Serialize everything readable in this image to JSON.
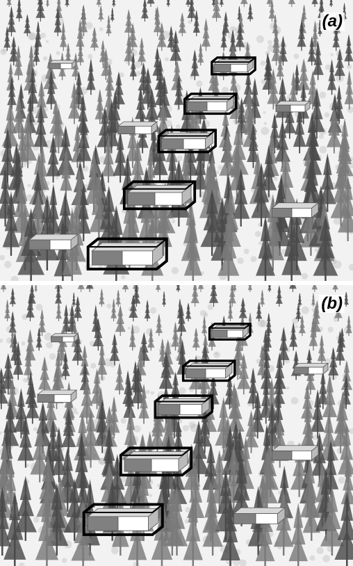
{
  "panels": [
    {
      "id": "a",
      "label": "(a)",
      "box_markers": [
        {
          "style": "plain"
        },
        {
          "style": "plain"
        },
        {
          "style": "plain"
        },
        {
          "style": "plain"
        },
        {
          "style": "plain"
        },
        {
          "style": "highlighted"
        },
        {
          "style": "highlighted"
        },
        {
          "style": "highlighted"
        },
        {
          "style": "highlighted"
        },
        {
          "style": "highlighted"
        }
      ]
    },
    {
      "id": "b",
      "label": "(b)",
      "box_markers": [
        {
          "style": "plain"
        },
        {
          "style": "plain"
        },
        {
          "style": "plain"
        },
        {
          "style": "plain"
        },
        {
          "style": "plain"
        },
        {
          "style": "highlighted"
        },
        {
          "style": "highlighted"
        },
        {
          "style": "highlighted"
        },
        {
          "style": "highlighted"
        },
        {
          "style": "highlighted"
        }
      ]
    }
  ],
  "colors": {
    "background": "#f2f2f2",
    "tree_dark": "#4a4a4a",
    "tree_mid": "#7a7a7a",
    "tree_light": "#b5b5b5",
    "box_gray": "#808080",
    "box_white": "#ffffff",
    "outline": "#000000"
  }
}
